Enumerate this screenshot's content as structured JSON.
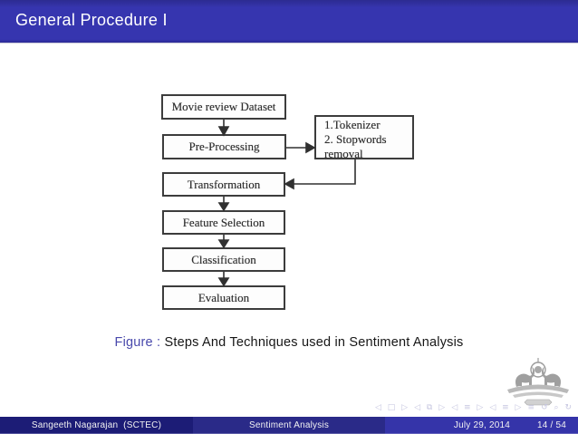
{
  "slide": {
    "title": "General Procedure I",
    "caption": {
      "label": "Figure :",
      "text": "Steps And Techniques used in Sentiment Analysis"
    }
  },
  "flowchart": {
    "boxes": [
      {
        "id": "movie-review-dataset",
        "label": "Movie review Dataset"
      },
      {
        "id": "pre-processing",
        "label": "Pre-Processing"
      },
      {
        "id": "tokenizer-stopwords",
        "lines": [
          "1.Tokenizer",
          "2. Stopwords",
          "removal"
        ]
      },
      {
        "id": "transformation",
        "label": "Transformation"
      },
      {
        "id": "feature-selection",
        "label": "Feature Selection"
      },
      {
        "id": "classification",
        "label": "Classification"
      },
      {
        "id": "evaluation",
        "label": "Evaluation"
      }
    ]
  },
  "nav": {
    "groups": [
      "◁ □ ▷",
      "◁ ⧉ ▷",
      "◁ ≡ ▷",
      "◁ ≡ ▷",
      "≡",
      "↺ ⌕ ↻"
    ]
  },
  "footer": {
    "author": "Sangeeth Nagarajan  (SCTEC)",
    "short_title": "Sentiment Analysis",
    "date": "July 29, 2014",
    "frame_number": "14 / 54"
  },
  "colors": {
    "header_bg": "#3635af",
    "footer_author_bg": "#1c1c76",
    "footer_title_bg": "#2a2a88",
    "footer_date_bg": "#3534a9",
    "structure": "#4949ac",
    "ink": "#2e2e2e",
    "nav_color": "#c6c6e0"
  }
}
